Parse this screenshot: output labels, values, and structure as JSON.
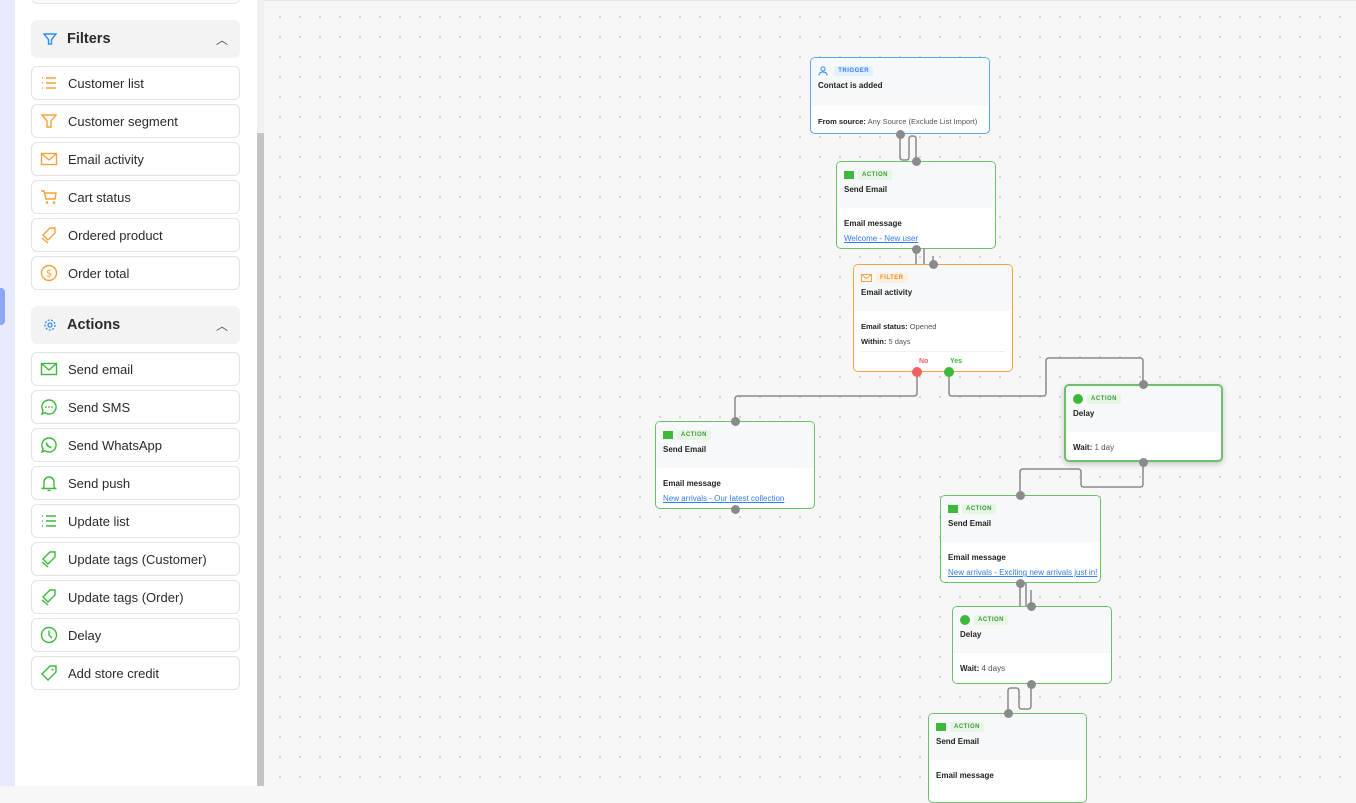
{
  "sidebar": {
    "filters": {
      "title": "Filters",
      "icon": "funnel-icon",
      "items": [
        {
          "label": "Customer list",
          "icon": "list-icon"
        },
        {
          "label": "Customer segment",
          "icon": "funnel-icon"
        },
        {
          "label": "Email activity",
          "icon": "envelope-icon"
        },
        {
          "label": "Cart status",
          "icon": "cart-icon"
        },
        {
          "label": "Ordered product",
          "icon": "tags-icon"
        },
        {
          "label": "Order total",
          "icon": "dollar-icon"
        }
      ]
    },
    "actions": {
      "title": "Actions",
      "icon": "gear-icon",
      "items": [
        {
          "label": "Send email",
          "icon": "envelope-icon"
        },
        {
          "label": "Send SMS",
          "icon": "chat-icon"
        },
        {
          "label": "Send WhatsApp",
          "icon": "whatsapp-icon"
        },
        {
          "label": "Send push",
          "icon": "bell-icon"
        },
        {
          "label": "Update list",
          "icon": "list-icon"
        },
        {
          "label": "Update tags (Customer)",
          "icon": "tags-icon"
        },
        {
          "label": "Update tags (Order)",
          "icon": "tags-icon"
        },
        {
          "label": "Delay",
          "icon": "clock-icon"
        },
        {
          "label": "Add store credit",
          "icon": "tag-icon"
        }
      ]
    },
    "filter_color": "#f5a23a",
    "action_color": "#3db83a",
    "section_icon_color": "#2e8cf0"
  },
  "flow": {
    "trigger": {
      "tag": "TRIGGER",
      "title": "Contact is added",
      "field": "From source:",
      "value": "Any Source (Exclude List Import)"
    },
    "email1": {
      "tag": "ACTION",
      "title": "Send Email",
      "field": "Email message",
      "link": "Welcome - New user"
    },
    "filter": {
      "tag": "FILTER",
      "title": "Email activity",
      "f1": "Email status:",
      "v1": "Opened",
      "f2": "Within:",
      "v2": "5 days",
      "no": "No",
      "yes": "Yes"
    },
    "email2": {
      "tag": "ACTION",
      "title": "Send Email",
      "field": "Email message",
      "link": "New arrivals - Our latest collection"
    },
    "delay1": {
      "tag": "ACTION",
      "title": "Delay",
      "field": "Wait:",
      "value": "1 day"
    },
    "email3": {
      "tag": "ACTION",
      "title": "Send Email",
      "field": "Email message",
      "link": "New arrivals - Exciting new arrivals just in!"
    },
    "delay2": {
      "tag": "ACTION",
      "title": "Delay",
      "field": "Wait:",
      "value": "4 days"
    },
    "email4": {
      "tag": "ACTION",
      "title": "Send Email",
      "field": "Email message"
    }
  }
}
